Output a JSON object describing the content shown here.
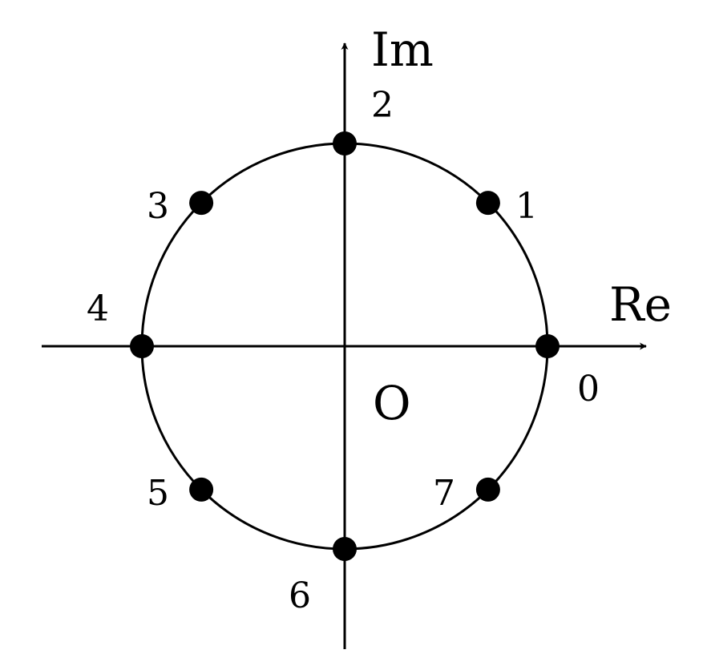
{
  "diagram": {
    "axes": {
      "x_label": "Re",
      "y_label": "Im",
      "origin_label": "O"
    },
    "unit_circle_points": [
      {
        "index": 0,
        "label": "0",
        "angle_deg": 0
      },
      {
        "index": 1,
        "label": "1",
        "angle_deg": 45
      },
      {
        "index": 2,
        "label": "2",
        "angle_deg": 90
      },
      {
        "index": 3,
        "label": "3",
        "angle_deg": 135
      },
      {
        "index": 4,
        "label": "4",
        "angle_deg": 180
      },
      {
        "index": 5,
        "label": "5",
        "angle_deg": 225
      },
      {
        "index": 6,
        "label": "6",
        "angle_deg": 270
      },
      {
        "index": 7,
        "label": "7",
        "angle_deg": 315
      }
    ],
    "colors": {
      "stroke": "#000000",
      "background": "#ffffff"
    }
  }
}
